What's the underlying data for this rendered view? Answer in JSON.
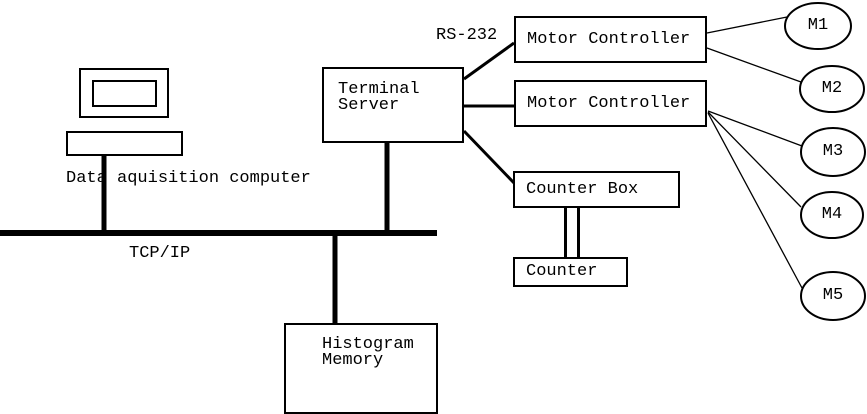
{
  "diagram": {
    "computer_caption": "Data aquisition computer",
    "bus_label": "TCP/IP",
    "protocol_label": "RS-232",
    "nodes": {
      "terminal_server": {
        "line1": "Terminal",
        "line2": "Server"
      },
      "motor_controller_1": {
        "label": "Motor Controller"
      },
      "motor_controller_2": {
        "label": "Motor Controller"
      },
      "counter_box": {
        "label": "Counter Box"
      },
      "counter": {
        "label": "Counter"
      },
      "histogram_memory": {
        "line1": "Histogram",
        "line2": "Memory"
      }
    },
    "motors": [
      {
        "label": "M1"
      },
      {
        "label": "M2"
      },
      {
        "label": "M3"
      },
      {
        "label": "M4"
      },
      {
        "label": "M5"
      }
    ],
    "colors": {
      "line": "#000000",
      "background": "#ffffff"
    }
  }
}
